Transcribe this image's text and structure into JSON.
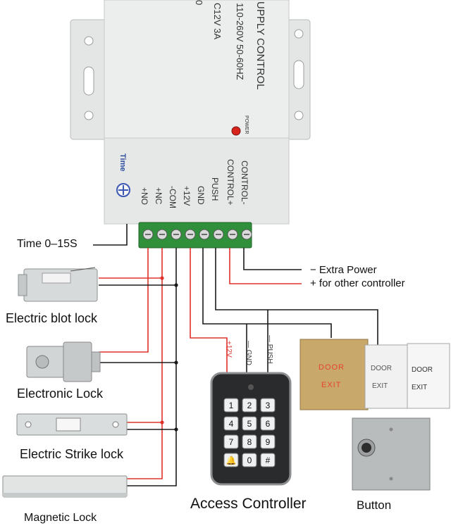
{
  "power_supply": {
    "title": "UPPLY CONTROL",
    "spec_input": "110-260V 50-60HZ",
    "spec_output": "C12V 3A",
    "spec_fragment": "0",
    "power_led_label": "POWER",
    "time_label": "Time",
    "terminals": [
      "+NO",
      "+NC",
      "-COM",
      "+12V",
      "GND",
      "PUSH",
      "CONTROL+",
      "CONTROL-"
    ]
  },
  "labels": {
    "time_range": "Time  0–15S",
    "extra_power_minus": "−  Extra Power",
    "extra_power_plus": "+  for other controller",
    "wire_12v": "+12V",
    "wire_gnd": "— GND",
    "wire_push": "— PUSH"
  },
  "devices": {
    "bolt_lock": "Electric blot lock",
    "electronic_lock": "Electronic Lock",
    "strike_lock": "Electric Strike lock",
    "magnetic_lock": "Magnetic Lock",
    "access_controller": "Access Controller",
    "button": "Button"
  },
  "keypad": {
    "keys": [
      "1",
      "2",
      "3",
      "4",
      "5",
      "6",
      "7",
      "8",
      "9",
      "🔔",
      "0",
      "#"
    ]
  },
  "exit_buttons": {
    "door_text": "DOOR",
    "exit_text": "EXIT"
  },
  "colors": {
    "wire_red": "#e0322b",
    "wire_black": "#1a1a1a",
    "terminal_green": "#2f8f3a",
    "psu_body": "#eceeed",
    "exit_gold": "#c8a86b"
  }
}
